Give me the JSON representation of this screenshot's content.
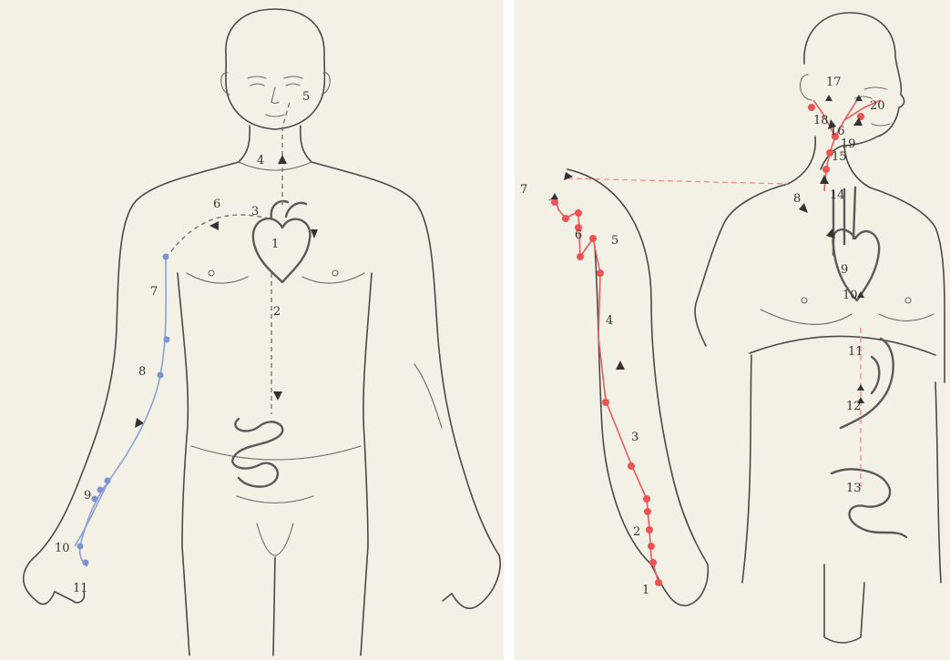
{
  "left_panel": {
    "labels": [
      "1",
      "2",
      "3",
      "4",
      "5",
      "6",
      "7",
      "8",
      "9",
      "10",
      "11"
    ],
    "colors": {
      "background": "#f3f1e6",
      "pathway": "#7d93d0",
      "outline": "#4a4a4a"
    }
  },
  "right_panel": {
    "labels": [
      "1",
      "2",
      "3",
      "4",
      "5",
      "6",
      "7",
      "8",
      "9",
      "10",
      "11",
      "12",
      "13",
      "14",
      "15",
      "16",
      "17",
      "18",
      "19",
      "20"
    ],
    "colors": {
      "background": "#f3f1e6",
      "pathway": "#ee5252",
      "outline": "#4a4a4a"
    }
  }
}
